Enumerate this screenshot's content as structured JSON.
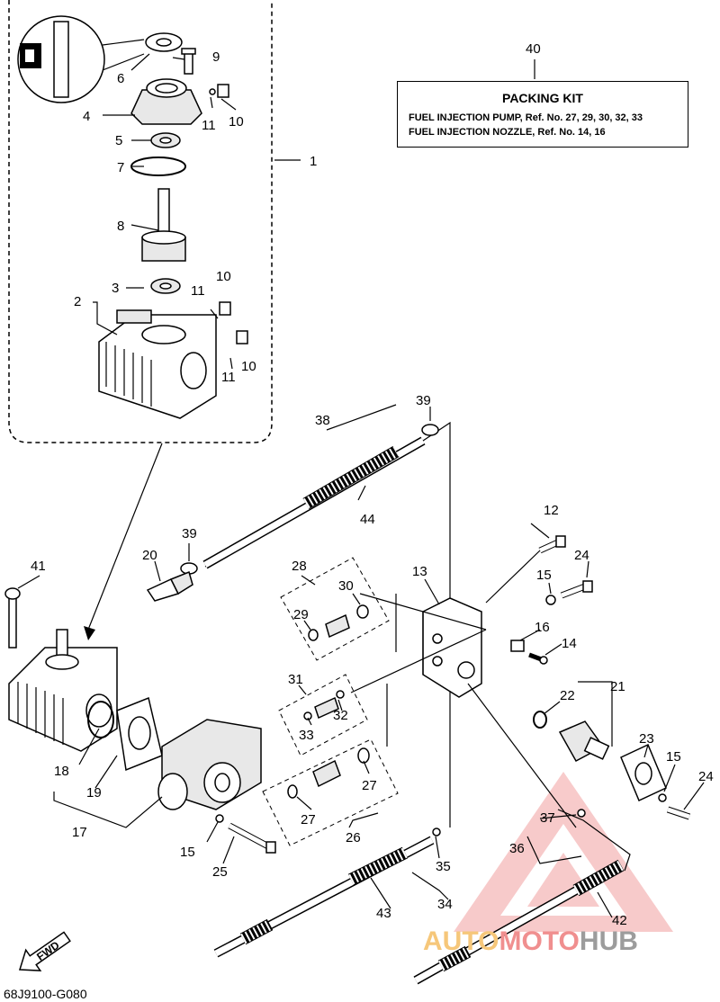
{
  "packing_kit": {
    "ref": "40",
    "title": "PACKING KIT",
    "line1": "FUEL  INJECTION  PUMP,   Ref. No. 27, 29, 30, 32, 33",
    "line2": "FUEL  INJECTION  NOZZLE,   Ref. No. 14, 16"
  },
  "callouts": [
    "1",
    "2",
    "3",
    "4",
    "5",
    "6",
    "7",
    "8",
    "9",
    "10",
    "10",
    "10",
    "11",
    "11",
    "11",
    "12",
    "13",
    "14",
    "15",
    "15",
    "15",
    "16",
    "17",
    "18",
    "19",
    "20",
    "21",
    "22",
    "23",
    "24",
    "24",
    "25",
    "26",
    "27",
    "27",
    "28",
    "29",
    "30",
    "31",
    "32",
    "33",
    "34",
    "35",
    "36",
    "37",
    "38",
    "39",
    "39",
    "41",
    "42",
    "43",
    "44"
  ],
  "direction_label": "FWD",
  "diagram_id": "68J9100-G080",
  "watermark": {
    "part1": "AUTO",
    "part2": "MOTO",
    "part3": "HUB",
    "colors": {
      "auto": "#f6c77a",
      "moto": "#f08f8f",
      "hub": "#9c9c9c",
      "triangle": "#f2a0a0"
    }
  }
}
